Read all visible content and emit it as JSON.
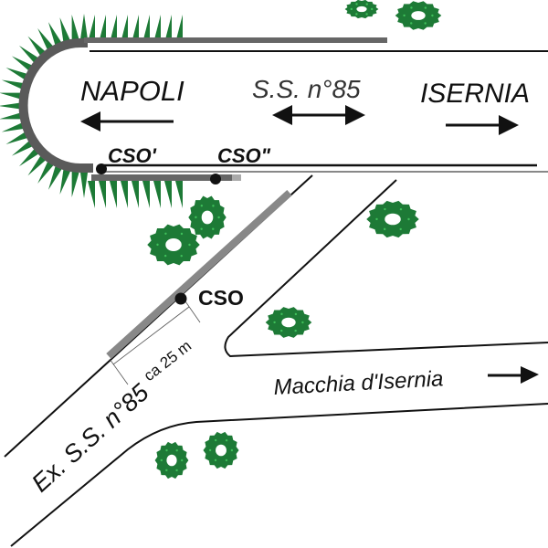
{
  "labels": {
    "napoli": "NAPOLI",
    "ss85": "S.S. n°85",
    "isernia": "ISERNIA",
    "cso_prime": "CSO'",
    "cso_double_prime": "CSO\"",
    "cso": "CSO",
    "distance": "ca 25 m",
    "ex_ss85": "Ex. S.S. n°85",
    "macchia": "Macchia d'Isernia"
  },
  "colors": {
    "road_line": "#111111",
    "barrier": "#5a5a5a",
    "barrier_light": "#8c8c8c",
    "vegetation": "#1d7a36",
    "vegetation_light": "#3fbf5a"
  }
}
